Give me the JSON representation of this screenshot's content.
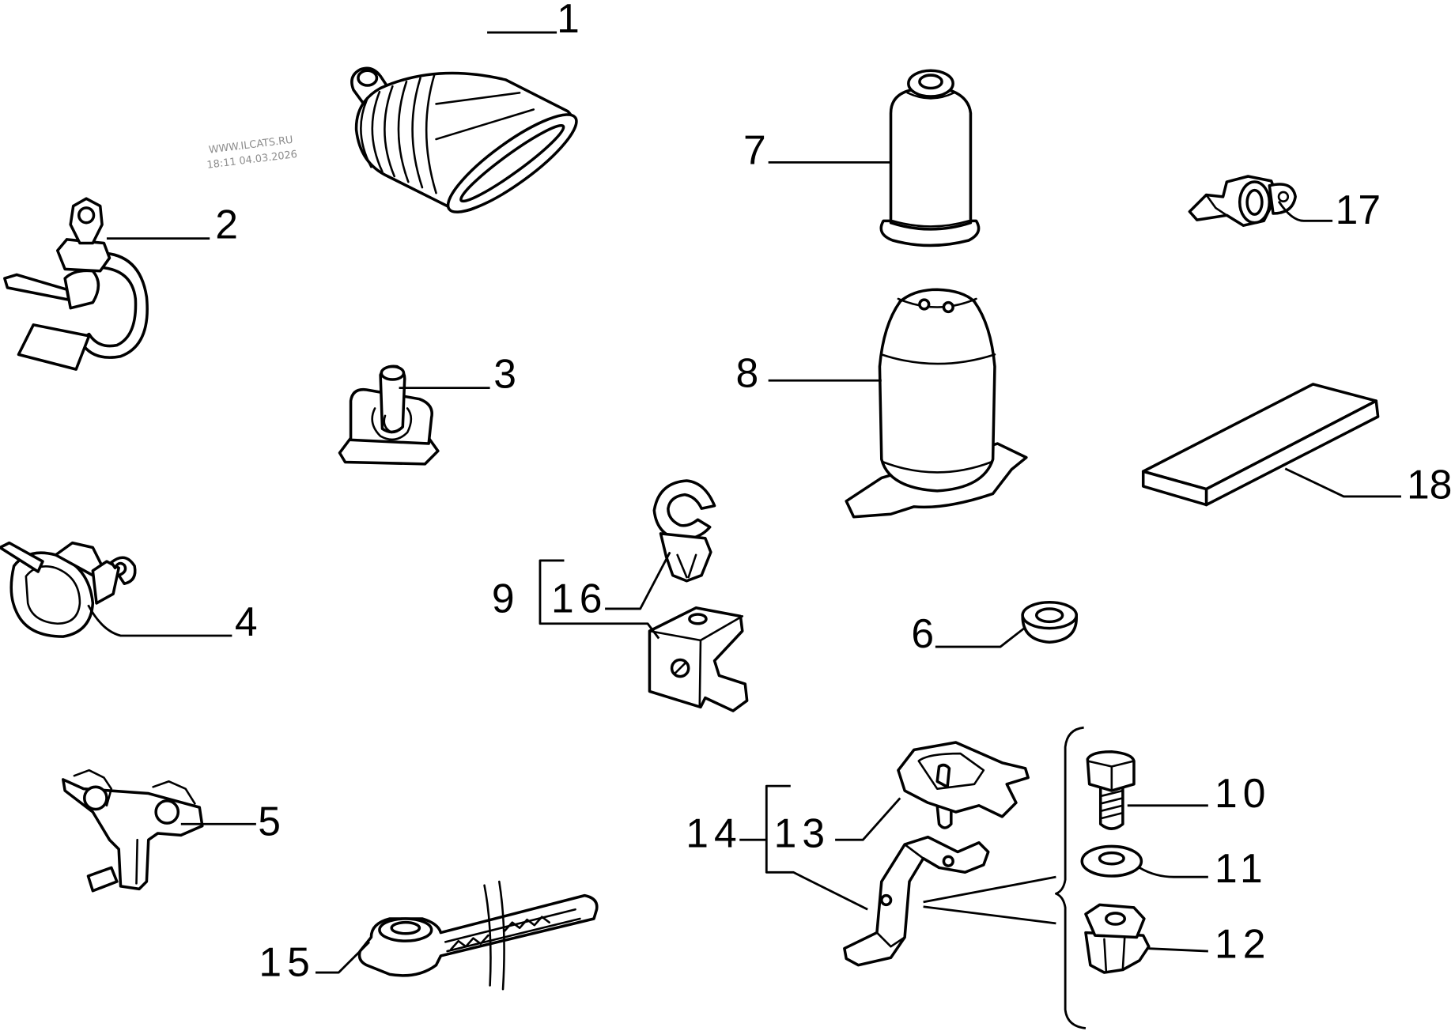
{
  "watermark": {
    "site": "WWW.ILCATS.RU",
    "timestamp": "18:11 04.03.2026"
  },
  "callouts": [
    {
      "label": "1"
    },
    {
      "label": "2"
    },
    {
      "label": "3"
    },
    {
      "label": "4"
    },
    {
      "label": "5"
    },
    {
      "label": "6"
    },
    {
      "label": "7"
    },
    {
      "label": "8"
    },
    {
      "label": "9"
    },
    {
      "label": "10"
    },
    {
      "label": "11"
    },
    {
      "label": "12"
    },
    {
      "label": "13"
    },
    {
      "label": "14"
    },
    {
      "label": "15"
    },
    {
      "label": "16"
    },
    {
      "label": "17"
    },
    {
      "label": "18"
    }
  ],
  "colors": {
    "line": "#000000",
    "background": "#ffffff",
    "watermark": "#8c8c8c"
  }
}
